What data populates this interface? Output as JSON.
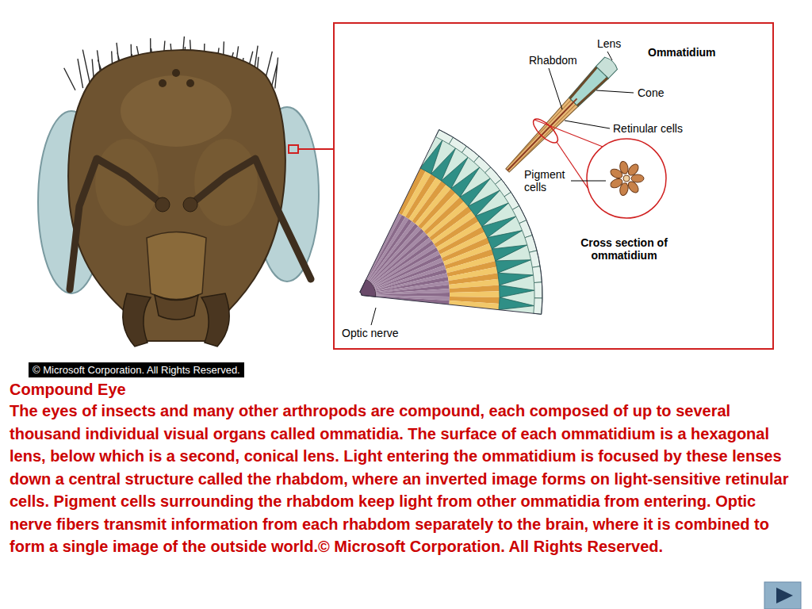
{
  "diagram": {
    "title": "Compound Eye",
    "caption": "The eyes of insects and many other arthropods are compound, each composed of up to several thousand individual visual organs called ommatidia. The surface of each ommatidium is a hexagonal lens, below which is a second, conical lens. Light entering the ommatidium is focused by these lenses down a central structure called the rhabdom, where an inverted image forms on light-sensitive retinular cells. Pigment cells surrounding the rhabdom keep light from other ommatidia from entering. Optic nerve fibers transmit information from each rhabdom separately to the brain, where it is combined to form a single image of the outside world.© Microsoft Corporation. All Rights Reserved.",
    "nodes": [
      {
        "text": [
          "© Microsoft Corporation. All Rights Reserved."
        ]
      }
    ],
    "labels": [
      "Lens",
      "Ommatidium",
      "Rhabdom",
      "Cone",
      "Retinular cells",
      "Pigment cells",
      "Cross section of ommatidium",
      "Optic nerve"
    ]
  }
}
